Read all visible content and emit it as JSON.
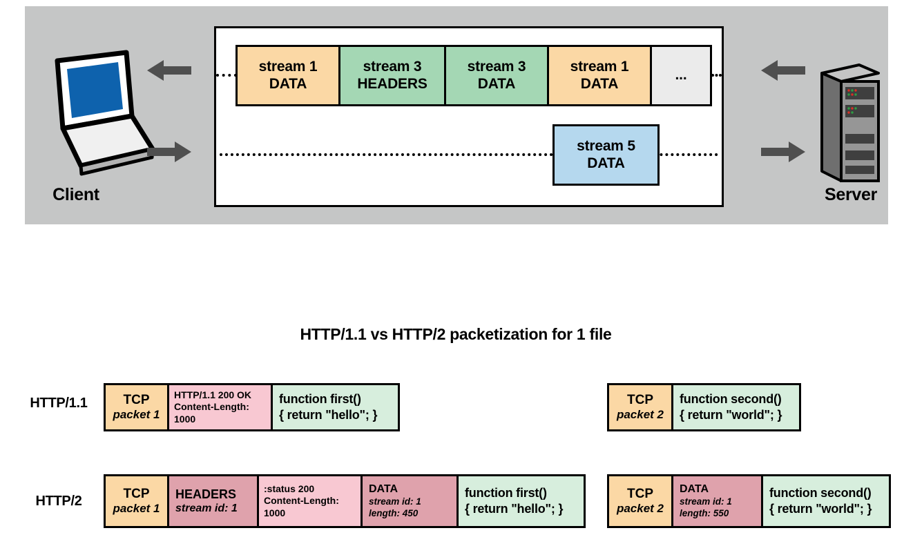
{
  "top_diagram": {
    "client_label": "Client",
    "server_label": "Server",
    "row1_frames": [
      {
        "line1": "stream 1",
        "line2": "DATA"
      },
      {
        "line1": "stream 3",
        "line2": "HEADERS"
      },
      {
        "line1": "stream 3",
        "line2": "DATA"
      },
      {
        "line1": "stream 1",
        "line2": "DATA"
      },
      {
        "line1": "..."
      }
    ],
    "row2_frame": {
      "line1": "stream 5",
      "line2": "DATA"
    }
  },
  "packetization": {
    "title": "HTTP/1.1 vs HTTP/2 packetization for 1 file",
    "http11": {
      "row_label": "HTTP/1.1",
      "packet1": {
        "tcp_line1": "TCP",
        "tcp_line2": "packet 1",
        "response_lines": [
          "HTTP/1.1 200 OK",
          "Content-Length:",
          "1000"
        ],
        "code_line1": "function first()",
        "code_line2": "{ return \"hello\"; }"
      },
      "packet2": {
        "tcp_line1": "TCP",
        "tcp_line2": "packet 2",
        "code_line1": "function second()",
        "code_line2": "{ return \"world\"; }"
      }
    },
    "http2": {
      "row_label": "HTTP/2",
      "packet1": {
        "tcp_line1": "TCP",
        "tcp_line2": "packet 1",
        "headers_frame_line1": "HEADERS",
        "headers_frame_line2": "stream id: 1",
        "status_lines": [
          ":status 200",
          "Content-Length:",
          "1000"
        ],
        "data_frame_line1": "DATA",
        "data_frame_line2": "stream id: 1",
        "data_frame_line3": "length: 450",
        "code_line1": "function first()",
        "code_line2": "{ return \"hello\"; }"
      },
      "packet2": {
        "tcp_line1": "TCP",
        "tcp_line2": "packet 2",
        "data_frame_line1": "DATA",
        "data_frame_line2": "stream id: 1",
        "data_frame_line3": "length: 550",
        "code_line1": "function second()",
        "code_line2": "{ return \"world\"; }"
      }
    }
  },
  "colors": {
    "panel_background": "#c5c6c6",
    "tcp_frame_orange": "#fbd8a5",
    "stream_green": "#a4d7b4",
    "stream_blue": "#b5d8ee",
    "http_response_pink": "#f8c8d2",
    "http2_frame_rose": "#dfa2ac",
    "code_green": "#d7eedd",
    "ellipsis_gray": "#ebebeb",
    "arrow_gray": "#4f4f4f"
  }
}
